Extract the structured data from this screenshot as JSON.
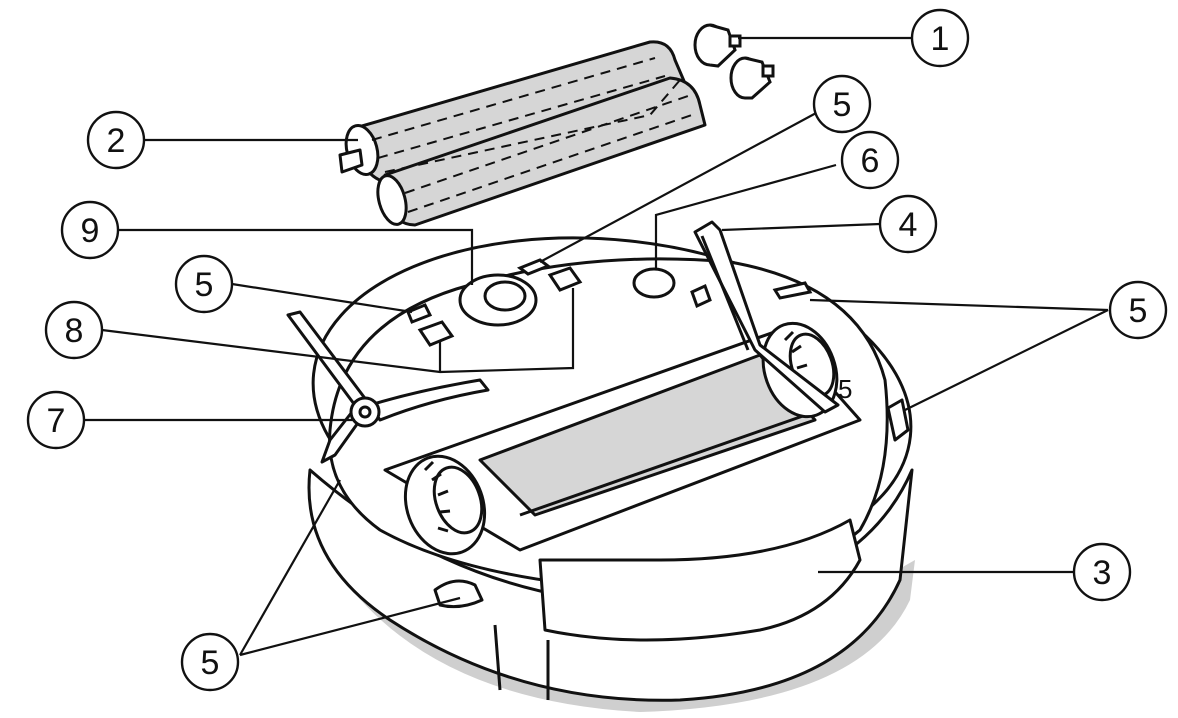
{
  "diagram": {
    "subject": "robot vacuum underside with removable parts",
    "callouts": [
      {
        "id": "c1",
        "label": "1"
      },
      {
        "id": "c2",
        "label": "2"
      },
      {
        "id": "c3",
        "label": "3"
      },
      {
        "id": "c4",
        "label": "4"
      },
      {
        "id": "c5a",
        "label": "5"
      },
      {
        "id": "c5b",
        "label": "5"
      },
      {
        "id": "c5c",
        "label": "5"
      },
      {
        "id": "c5d",
        "label": "5"
      },
      {
        "id": "c6",
        "label": "6"
      },
      {
        "id": "c7",
        "label": "7"
      },
      {
        "id": "c8",
        "label": "8"
      },
      {
        "id": "c9",
        "label": "9"
      },
      {
        "id": "c5e",
        "label": "5"
      }
    ],
    "colors": {
      "line": "#111111",
      "roller_fill": "#d6d6d6",
      "shadow": "#cfcfcf",
      "body_fill": "#ffffff"
    }
  }
}
